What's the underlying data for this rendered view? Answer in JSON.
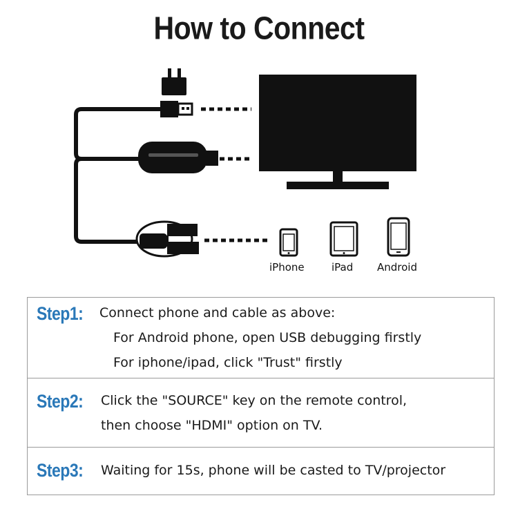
{
  "title": "How to Connect",
  "devices": {
    "iphone": "iPhone",
    "ipad": "iPad",
    "android": "Android"
  },
  "steps": [
    {
      "label": "Step1:",
      "lines": [
        "Connect phone and cable as above:",
        "For Android phone, open USB debugging firstly",
        "For iphone/ipad, click  \"Trust\" firstly"
      ]
    },
    {
      "label": "Step2:",
      "lines": [
        "Click the \"SOURCE\" key on the remote control,",
        "then choose \"HDMI\" option on TV."
      ]
    },
    {
      "label": "Step3:",
      "lines": [
        "Waiting for 15s, phone will be casted to TV/projector"
      ]
    }
  ],
  "colors": {
    "step_label": "#2a78b8",
    "device": "#111111"
  }
}
